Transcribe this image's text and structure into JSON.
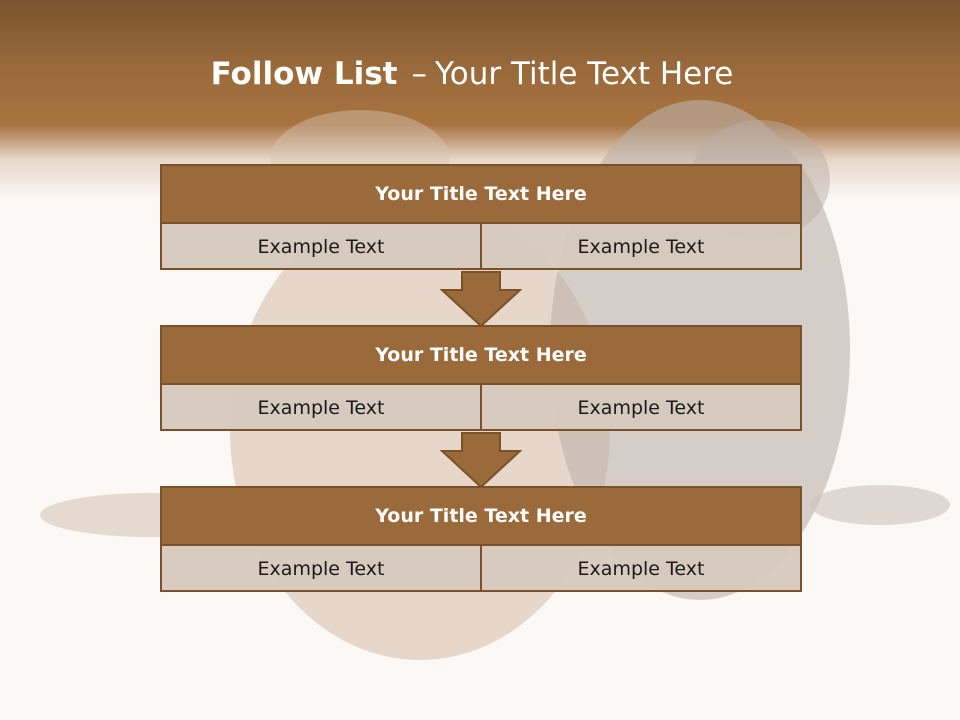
{
  "slide": {
    "title_bold": "Follow List",
    "title_separator": "–",
    "title_rest": "Your Title Text Here"
  },
  "blocks": [
    {
      "title": "Your Title Text Here",
      "cells": [
        "Example Text",
        "Example Text"
      ]
    },
    {
      "title": "Your Title Text Here",
      "cells": [
        "Example Text",
        "Example Text"
      ]
    },
    {
      "title": "Your Title Text Here",
      "cells": [
        "Example Text",
        "Example Text"
      ]
    }
  ],
  "colors": {
    "header_brown": "#9a6a3b",
    "border_brown": "#7b5228",
    "cell_bg": "#d6c9be",
    "page_bg": "#fbf8f6"
  }
}
